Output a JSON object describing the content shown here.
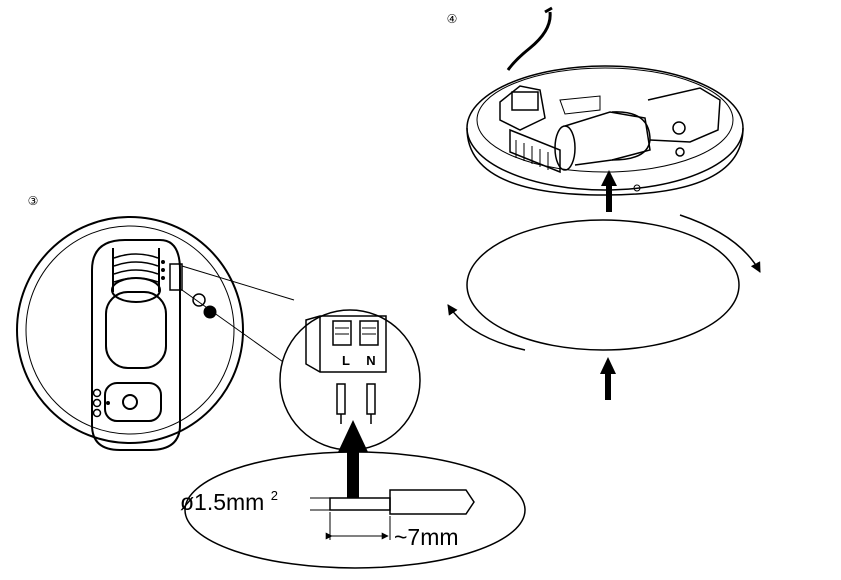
{
  "steps": {
    "step3": {
      "number": "③",
      "terminal_label_left": "L",
      "terminal_label_right": "N"
    },
    "step4": {
      "number": "④"
    }
  },
  "wire": {
    "diameter_label": "ø1.5mm",
    "diameter_superscript": "2",
    "strip_length_label": "~7mm"
  },
  "icons": [
    "circled-number",
    "installation-arrow",
    "rotation-arrow",
    "wire-terminal"
  ]
}
